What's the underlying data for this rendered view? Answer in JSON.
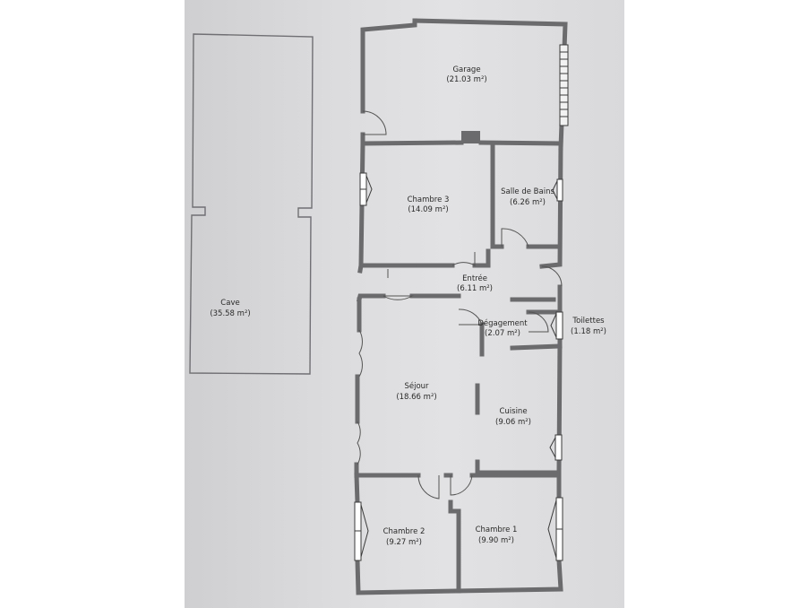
{
  "floor_plan": {
    "rooms": [
      {
        "id": "garage",
        "name": "Garage",
        "area": "(21.03 m²)"
      },
      {
        "id": "chambre-3",
        "name": "Chambre 3",
        "area": "(14.09 m²)"
      },
      {
        "id": "salle-de-bains",
        "name": "Salle de Bains",
        "area": "(6.26 m²)"
      },
      {
        "id": "entree",
        "name": "Entrée",
        "area": "(6.11 m²)"
      },
      {
        "id": "degagement",
        "name": "Dégagement",
        "area": "(2.07 m²)"
      },
      {
        "id": "toilettes",
        "name": "Toilettes",
        "area": "(1.18 m²)"
      },
      {
        "id": "cave",
        "name": "Cave",
        "area": "(35.58 m²)"
      },
      {
        "id": "sejour",
        "name": "Séjour",
        "area": "(18.66 m²)"
      },
      {
        "id": "cuisine",
        "name": "Cuisine",
        "area": "(9.06 m²)"
      },
      {
        "id": "chambre-2",
        "name": "Chambre 2",
        "area": "(9.27 m²)"
      },
      {
        "id": "chambre-1",
        "name": "Chambre 1",
        "area": "(9.90 m²)"
      }
    ],
    "colors": {
      "wall": "#6b6b6e",
      "line": "#707074",
      "text": "#2a2a2a"
    }
  }
}
